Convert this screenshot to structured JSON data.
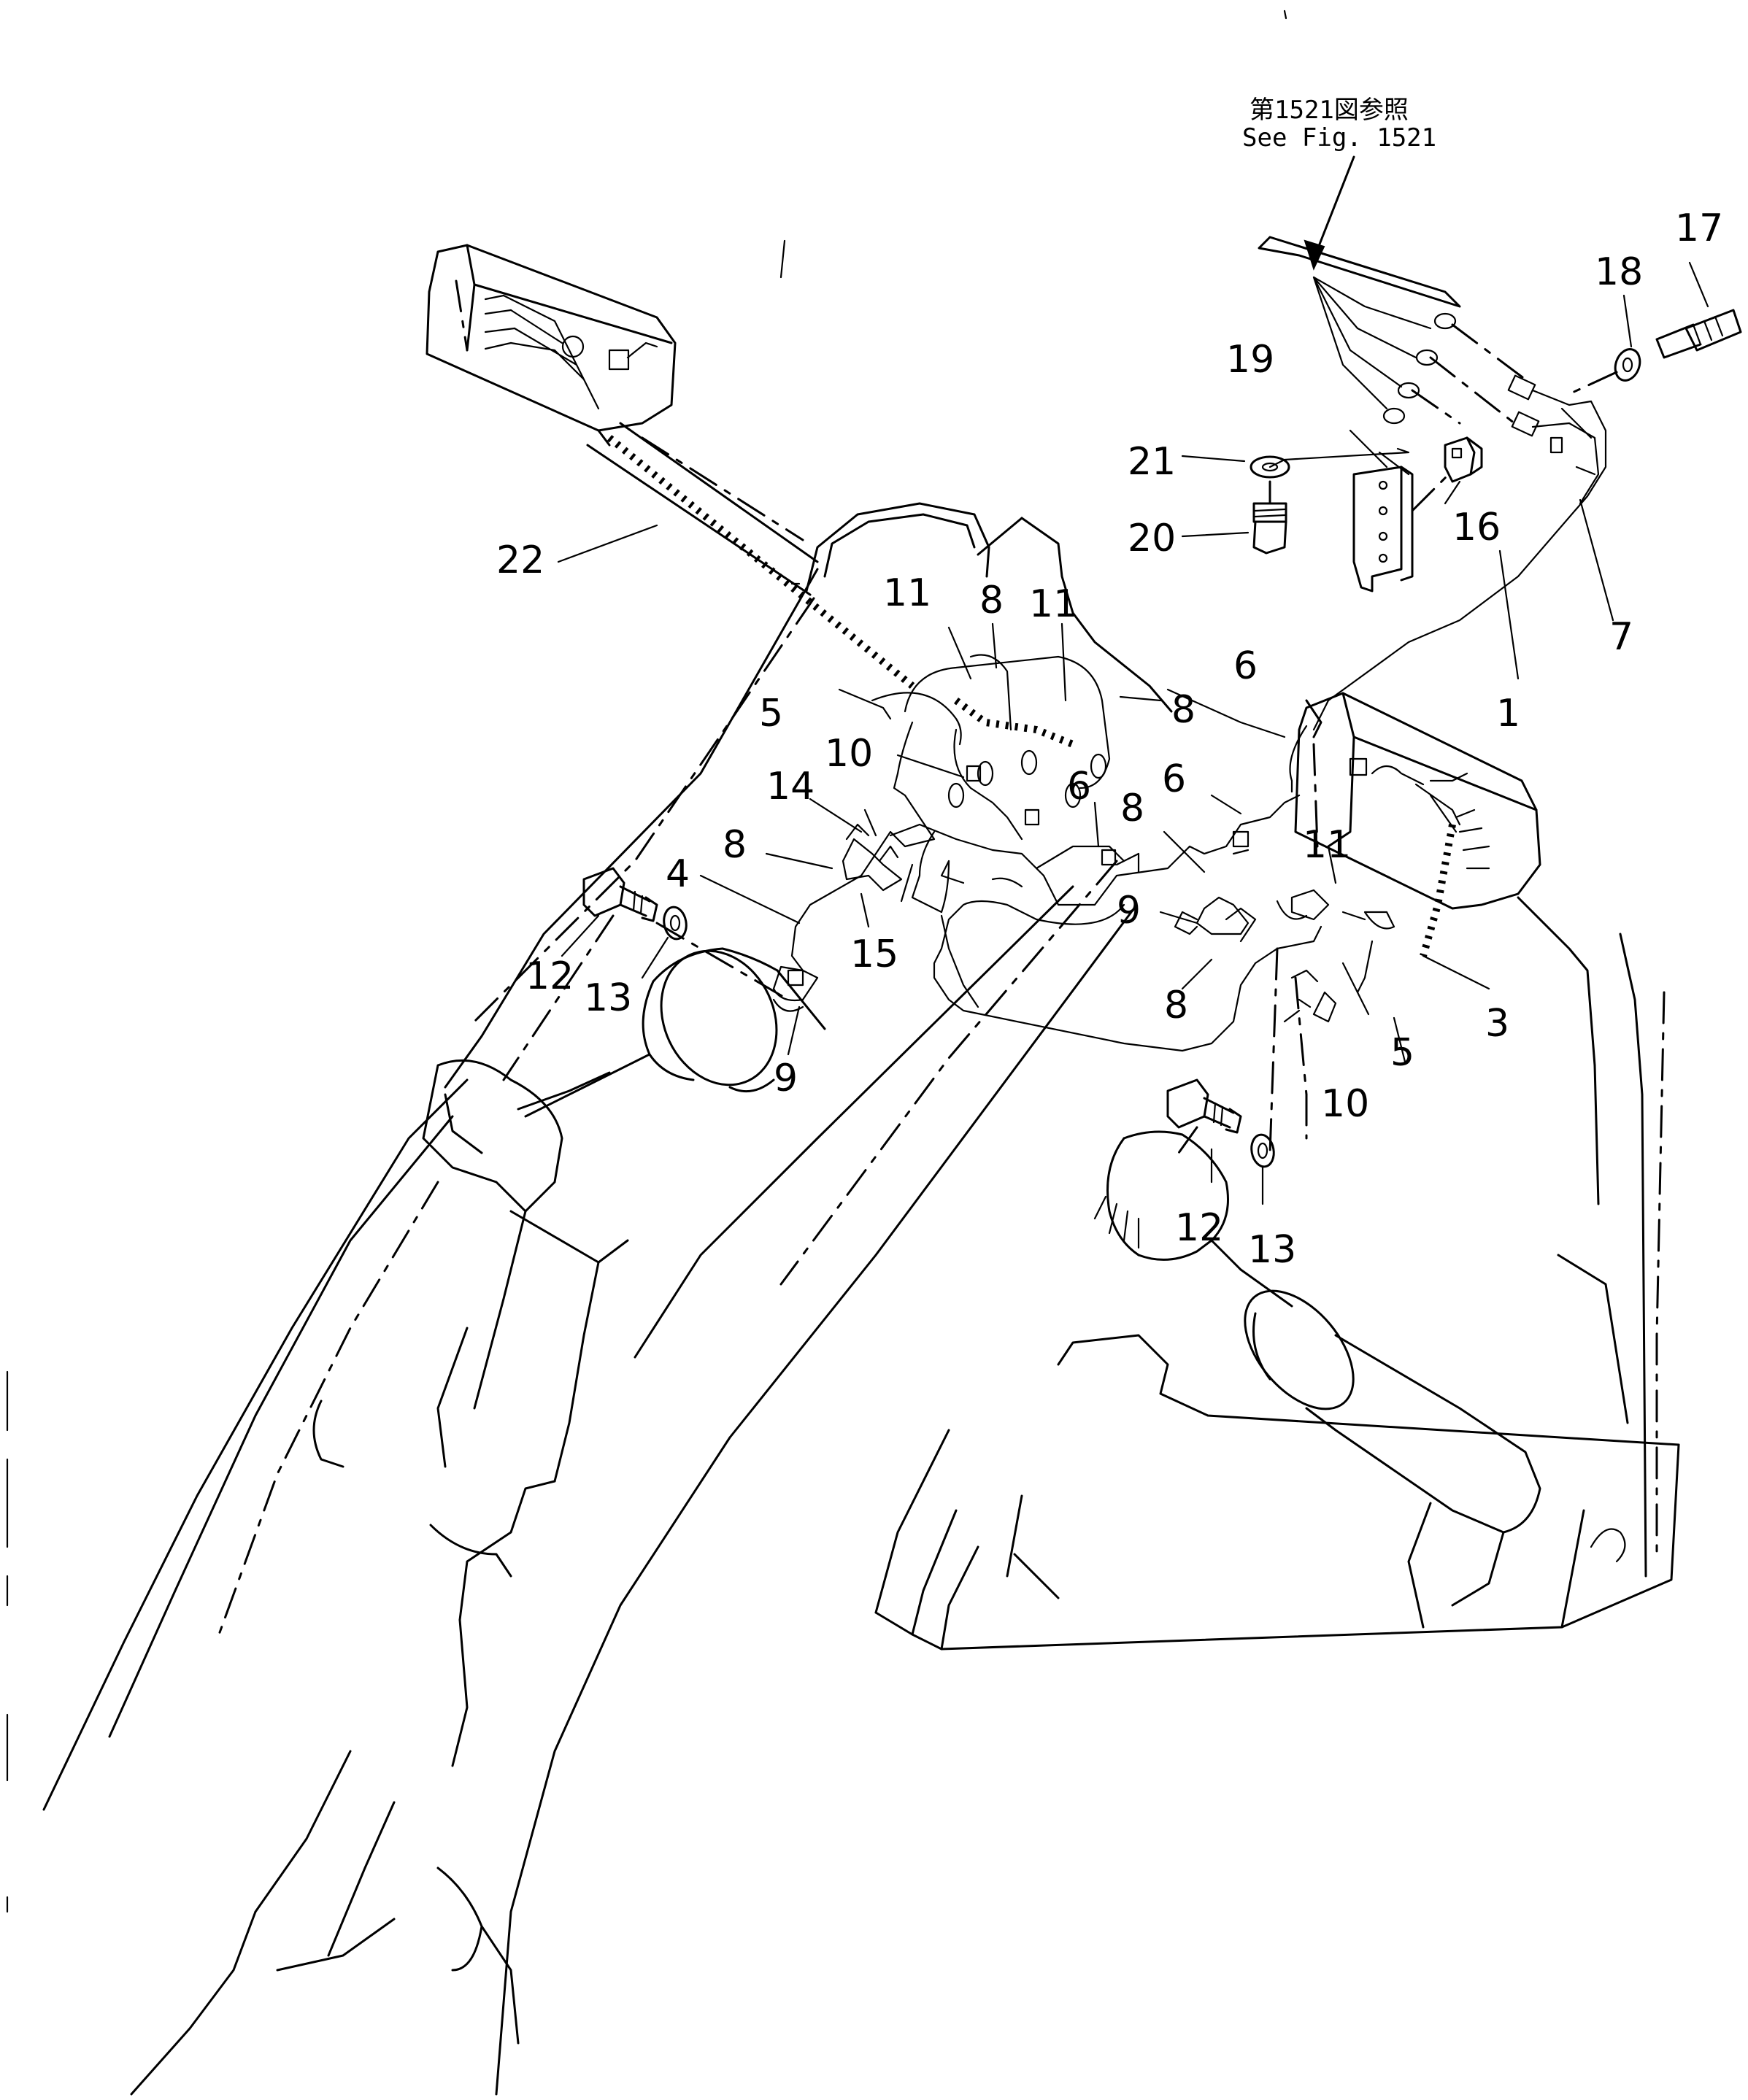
{
  "reference_note": {
    "japanese": "第1521図参照",
    "english": "See Fig. 1521"
  },
  "callouts": [
    {
      "id": "c1",
      "label": "1"
    },
    {
      "id": "c3",
      "label": "3"
    },
    {
      "id": "c4",
      "label": "4"
    },
    {
      "id": "c5a",
      "label": "5"
    },
    {
      "id": "c5b",
      "label": "5"
    },
    {
      "id": "c6a",
      "label": "6"
    },
    {
      "id": "c6b",
      "label": "6"
    },
    {
      "id": "c6c",
      "label": "6"
    },
    {
      "id": "c7",
      "label": "7"
    },
    {
      "id": "c8a",
      "label": "8"
    },
    {
      "id": "c8b",
      "label": "8"
    },
    {
      "id": "c8c",
      "label": "8"
    },
    {
      "id": "c8d",
      "label": "8"
    },
    {
      "id": "c8e",
      "label": "8"
    },
    {
      "id": "c9a",
      "label": "9"
    },
    {
      "id": "c9b",
      "label": "9"
    },
    {
      "id": "c10a",
      "label": "10"
    },
    {
      "id": "c10b",
      "label": "10"
    },
    {
      "id": "c11a",
      "label": "11"
    },
    {
      "id": "c11b",
      "label": "11"
    },
    {
      "id": "c11c",
      "label": "11"
    },
    {
      "id": "c12a",
      "label": "12"
    },
    {
      "id": "c12b",
      "label": "12"
    },
    {
      "id": "c13a",
      "label": "13"
    },
    {
      "id": "c13b",
      "label": "13"
    },
    {
      "id": "c14",
      "label": "14"
    },
    {
      "id": "c15",
      "label": "15"
    },
    {
      "id": "c16",
      "label": "16"
    },
    {
      "id": "c17",
      "label": "17"
    },
    {
      "id": "c18",
      "label": "18"
    },
    {
      "id": "c19",
      "label": "19"
    },
    {
      "id": "c20",
      "label": "20"
    },
    {
      "id": "c21",
      "label": "21"
    },
    {
      "id": "c22",
      "label": "22"
    }
  ]
}
